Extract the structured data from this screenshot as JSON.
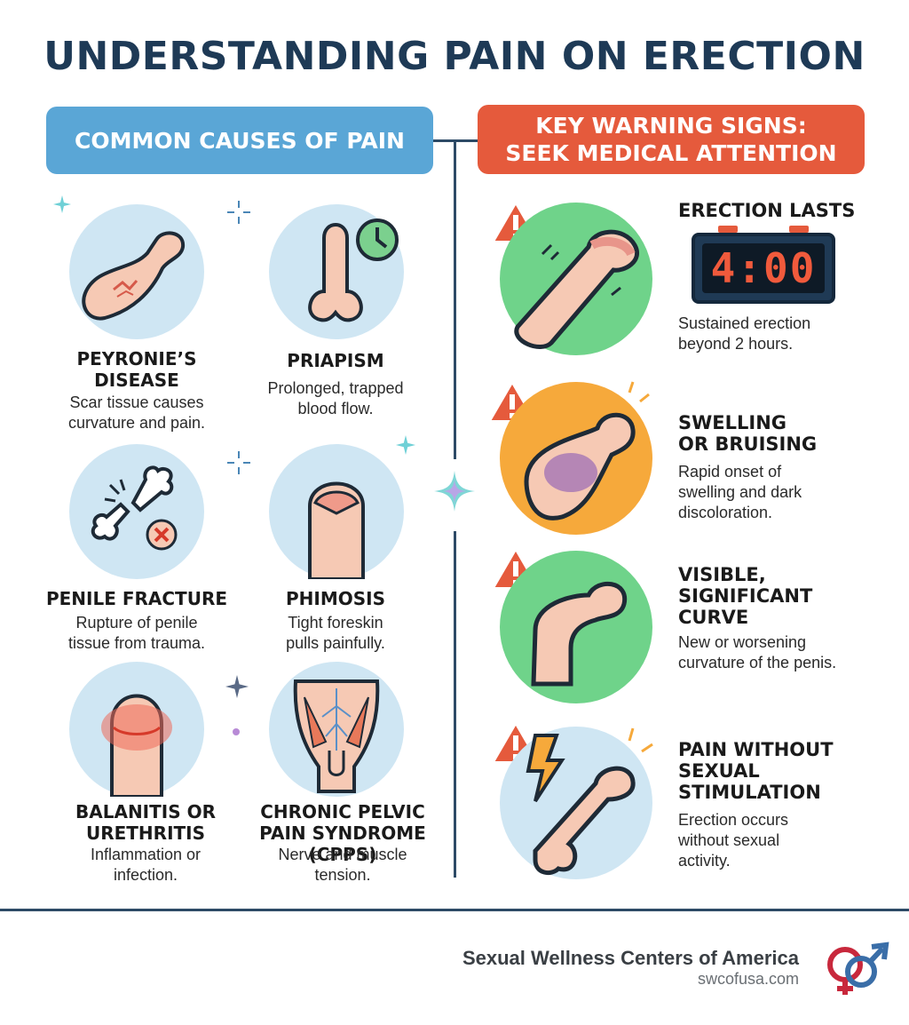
{
  "title": "UNDERSTANDING PAIN ON ERECTION",
  "left_header": "COMMON CAUSES OF PAIN",
  "right_header": {
    "line1": "KEY WARNING SIGNS:",
    "line2": "SEEK MEDICAL ATTENTION"
  },
  "causes": [
    {
      "title_line1": "PEYRONIE’S",
      "title_line2": "DISEASE",
      "desc_line1": "Scar tissue causes",
      "desc_line2": "curvature and pain.",
      "icon": "curved-penis-scar-icon"
    },
    {
      "title_line1": "PRIAPISM",
      "title_line2": "",
      "desc_line1": "Prolonged, trapped",
      "desc_line2": "blood flow.",
      "icon": "penis-clock-icon"
    },
    {
      "title_line1": "PENILE FRACTURE",
      "title_line2": "",
      "desc_line1": "Rupture of penile",
      "desc_line2": "tissue from trauma.",
      "icon": "broken-bone-icon"
    },
    {
      "title_line1": "PHIMOSIS",
      "title_line2": "",
      "desc_line1": "Tight foreskin",
      "desc_line2": "pulls painfully.",
      "icon": "foreskin-icon"
    },
    {
      "title_line1": "BALANITIS OR",
      "title_line2": "URETHRITIS",
      "desc_line1": "Inflammation or",
      "desc_line2": "infection.",
      "icon": "inflamed-glans-icon"
    },
    {
      "title_line1": "CHRONIC PELVIC",
      "title_line2": "PAIN SYNDROME (CPPS)",
      "desc_line1": "Nerve and muscle",
      "desc_line2": "tension.",
      "icon": "pelvis-nerves-icon"
    }
  ],
  "signs": [
    {
      "title_lines": [
        "ERECTION LASTS"
      ],
      "desc_lines": [
        "Sustained erection",
        "beyond 2 hours."
      ],
      "clock": "4:00"
    },
    {
      "title_lines": [
        "SWELLING",
        "OR BRUISING"
      ],
      "desc_lines": [
        "Rapid onset of",
        "swelling and dark",
        "discoloration."
      ]
    },
    {
      "title_lines": [
        "VISIBLE,",
        "SIGNIFICANT",
        "CURVE"
      ],
      "desc_lines": [
        "New or worsening",
        "curvature of the penis."
      ]
    },
    {
      "title_lines": [
        "PAIN WITHOUT",
        "SEXUAL",
        "STIMULATION"
      ],
      "desc_lines": [
        "Erection occurs",
        "without sexual",
        "activity."
      ]
    }
  ],
  "footer": {
    "brand": "Sexual Wellness Centers of America",
    "site": "swcofusa.com"
  },
  "colors": {
    "navy": "#1e3a56",
    "blue": "#5aa6d6",
    "red": "#e55a3c",
    "green": "#6fd38a",
    "orange": "#f6a93b",
    "lightblue": "#cfe6f3",
    "skin": "#f6c9b4"
  }
}
